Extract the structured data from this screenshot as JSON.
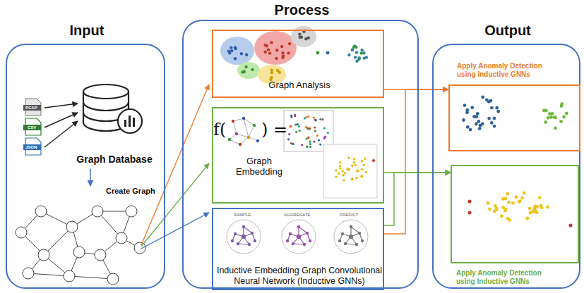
{
  "diagram": {
    "nodes": [
      {
        "text": [
          "Input"
        ]
      },
      {
        "text": [
          "Graph Database"
        ],
        "in": 0
      },
      {
        "text": [
          "Process"
        ]
      },
      {
        "text": [
          "Graph Analysis"
        ],
        "in": 2
      },
      {
        "text": [
          "Graph Embedding"
        ],
        "in": 2
      },
      {
        "text": [
          "Inductive Embedding Graph Convolutional Neural Network (Inductive GNNs)"
        ],
        "in": 2
      },
      {
        "text": [
          "Output"
        ]
      },
      {
        "text": [
          "Apply Anomaly Detection using Inductive GNNs"
        ],
        "in": 6
      },
      {
        "text": [
          "Apply Anomaly Detection using Inductive GNNs"
        ],
        "in": 6
      }
    ],
    "edges": [
      {
        "from": 3,
        "to": 7,
        "arrow": "to"
      },
      {
        "from": 4,
        "to": 8,
        "arrow": "to"
      },
      {
        "from": 5,
        "to": 8,
        "arrow": "to"
      },
      {
        "from": 5,
        "to": 7,
        "arrow": "to"
      }
    ],
    "labels": [
      "PCAP",
      "CSV",
      "JSON",
      "Create Graph",
      "f(",
      ") =",
      "SAMPLE",
      "AGGREGATE",
      "PREDICT"
    ]
  }
}
